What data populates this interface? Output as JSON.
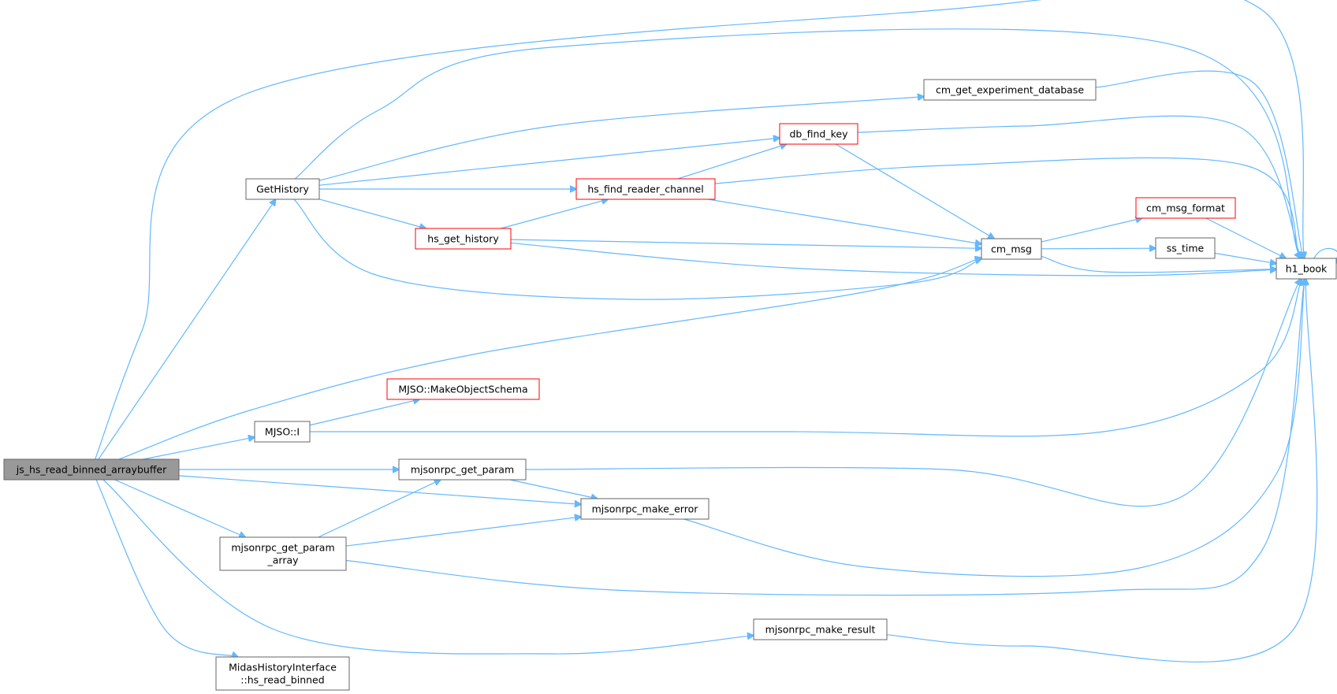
{
  "diagram": {
    "nodes": [
      {
        "id": "root",
        "lines": [
          "js_hs_read_binned_arraybuffer"
        ],
        "style": "root"
      },
      {
        "id": "gethistory",
        "lines": [
          "GetHistory"
        ],
        "style": "normal"
      },
      {
        "id": "mjso_i",
        "lines": [
          "MJSO::I"
        ],
        "style": "normal"
      },
      {
        "id": "get_param",
        "lines": [
          "mjsonrpc_get_param"
        ],
        "style": "normal"
      },
      {
        "id": "get_param_array",
        "lines": [
          "mjsonrpc_get_param",
          "_array"
        ],
        "style": "normal"
      },
      {
        "id": "midas_hs",
        "lines": [
          "MidasHistoryInterface",
          "::hs_read_binned"
        ],
        "style": "normal"
      },
      {
        "id": "cm_get_exp_db",
        "lines": [
          "cm_get_experiment_database"
        ],
        "style": "normal"
      },
      {
        "id": "db_find_key",
        "lines": [
          "db_find_key"
        ],
        "style": "red"
      },
      {
        "id": "hs_find_reader",
        "lines": [
          "hs_find_reader_channel"
        ],
        "style": "red"
      },
      {
        "id": "hs_get_history",
        "lines": [
          "hs_get_history"
        ],
        "style": "red"
      },
      {
        "id": "make_schema",
        "lines": [
          "MJSO::MakeObjectSchema"
        ],
        "style": "red"
      },
      {
        "id": "make_error",
        "lines": [
          "mjsonrpc_make_error"
        ],
        "style": "normal"
      },
      {
        "id": "make_result",
        "lines": [
          "mjsonrpc_make_result"
        ],
        "style": "normal"
      },
      {
        "id": "cm_msg",
        "lines": [
          "cm_msg"
        ],
        "style": "normal"
      },
      {
        "id": "cm_msg_format",
        "lines": [
          "cm_msg_format"
        ],
        "style": "red"
      },
      {
        "id": "ss_time",
        "lines": [
          "ss_time"
        ],
        "style": "normal"
      },
      {
        "id": "h1_book",
        "lines": [
          "h1_book"
        ],
        "style": "normal"
      }
    ],
    "edges": [
      [
        "root",
        "h1_book"
      ],
      [
        "root",
        "gethistory"
      ],
      [
        "root",
        "cm_msg"
      ],
      [
        "root",
        "mjso_i"
      ],
      [
        "root",
        "get_param"
      ],
      [
        "root",
        "make_error"
      ],
      [
        "root",
        "get_param_array"
      ],
      [
        "root",
        "make_result"
      ],
      [
        "root",
        "midas_hs"
      ],
      [
        "gethistory",
        "h1_book"
      ],
      [
        "gethistory",
        "cm_get_exp_db"
      ],
      [
        "gethistory",
        "db_find_key"
      ],
      [
        "gethistory",
        "hs_find_reader"
      ],
      [
        "gethistory",
        "hs_get_history"
      ],
      [
        "gethistory",
        "cm_msg"
      ],
      [
        "cm_get_exp_db",
        "h1_book"
      ],
      [
        "db_find_key",
        "h1_book"
      ],
      [
        "db_find_key",
        "cm_msg"
      ],
      [
        "hs_find_reader",
        "db_find_key"
      ],
      [
        "hs_find_reader",
        "h1_book"
      ],
      [
        "hs_find_reader",
        "cm_msg"
      ],
      [
        "hs_get_history",
        "hs_find_reader"
      ],
      [
        "hs_get_history",
        "cm_msg"
      ],
      [
        "hs_get_history",
        "h1_book"
      ],
      [
        "cm_msg",
        "cm_msg_format"
      ],
      [
        "cm_msg",
        "ss_time"
      ],
      [
        "cm_msg",
        "h1_book"
      ],
      [
        "cm_msg_format",
        "h1_book"
      ],
      [
        "ss_time",
        "h1_book"
      ],
      [
        "h1_book",
        "h1_book"
      ],
      [
        "mjso_i",
        "make_schema"
      ],
      [
        "mjso_i",
        "h1_book"
      ],
      [
        "get_param",
        "h1_book"
      ],
      [
        "get_param",
        "make_error"
      ],
      [
        "get_param_array",
        "get_param"
      ],
      [
        "get_param_array",
        "make_error"
      ],
      [
        "get_param_array",
        "h1_book"
      ],
      [
        "make_error",
        "h1_book"
      ],
      [
        "make_result",
        "h1_book"
      ]
    ]
  }
}
